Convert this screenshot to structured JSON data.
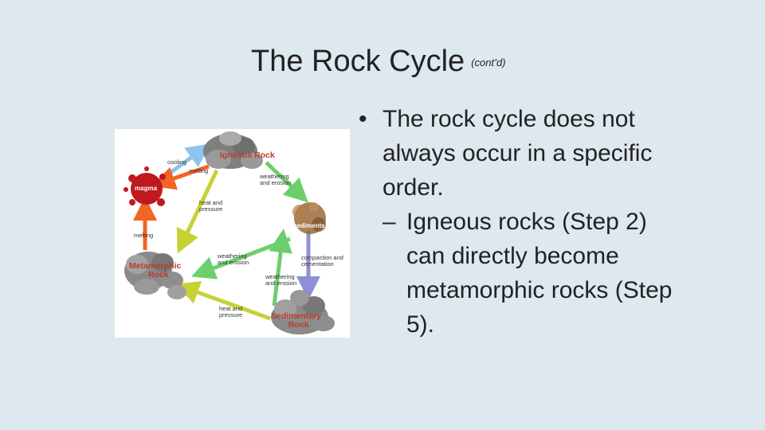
{
  "title": {
    "main": "The Rock Cycle",
    "sub": "(cont’d)"
  },
  "diagram": {
    "labels": {
      "igneous": "Igneous Rock",
      "magma": "magma",
      "sediments": "sediments",
      "metamorphic_1": "Metamorphic",
      "metamorphic_2": "Rock",
      "sedimentary_1": "Sedimentary",
      "sedimentary_2": "Rock",
      "cooling": "cooling",
      "melting_top": "melting",
      "heat_pressure_1_a": "heat and",
      "heat_pressure_1_b": "pressure",
      "weathering_1_a": "weathering",
      "weathering_1_b": "and erosion",
      "melting_left": "melting",
      "weathering_2_a": "weathering",
      "weathering_2_b": "and erosion",
      "compaction_a": "compaction and",
      "compaction_b": "cementation",
      "weathering_3_a": "weathering",
      "weathering_3_b": "and erosion",
      "heat_pressure_2_a": "heat and",
      "heat_pressure_2_b": "pressure"
    },
    "colors": {
      "cooling": "#8ec4ef",
      "melting": "#f26522",
      "heat_pressure": "#c6d234",
      "weathering": "#6ccf6c",
      "compaction": "#8f8fd6",
      "magma": "#c0181f",
      "sediment": "#9a6a3a",
      "rock": "#8a8a8a"
    }
  },
  "body": {
    "bullet": "The rock cycle does not always occur in a specific order.",
    "sub_bullet": "Igneous rocks (Step 2) can directly become metamorphic rocks (Step 5)."
  }
}
